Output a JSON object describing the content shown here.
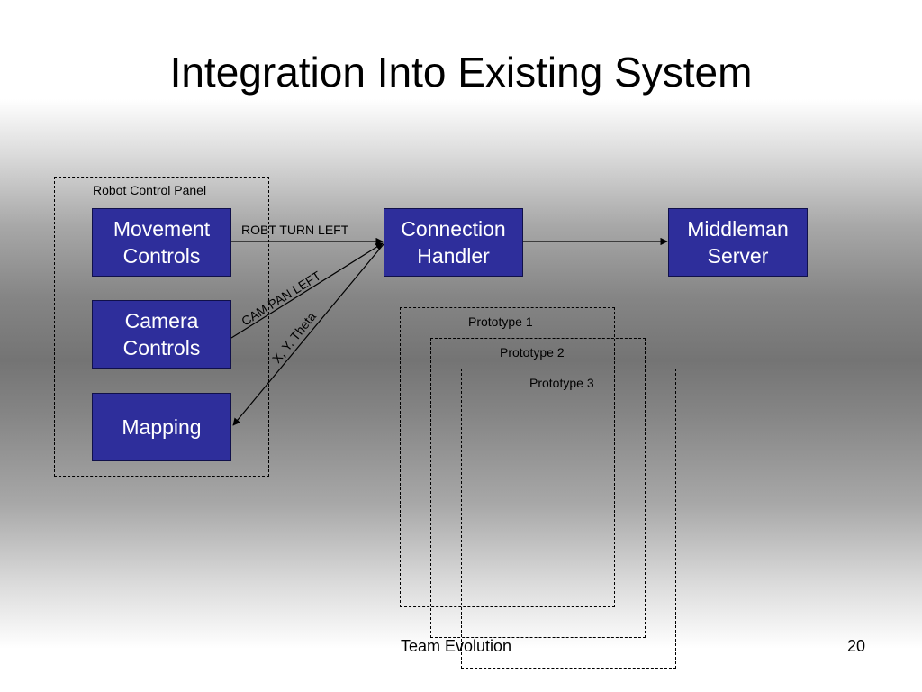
{
  "title": "Integration Into Existing System",
  "diagram": {
    "panel_label": "Robot Control Panel",
    "boxes": {
      "movement": "Movement\nControls",
      "camera": "Camera\nControls",
      "mapping": "Mapping",
      "connection": "Connection\nHandler",
      "middleman": "Middleman\nServer"
    },
    "edge_labels": {
      "turn": "ROBT TURN LEFT",
      "cam": "CAM PAN LEFT",
      "xy": "X, Y, Theta"
    },
    "prototypes": [
      "Prototype 1",
      "Prototype 2",
      "Prototype 3"
    ]
  },
  "footer": {
    "center": "Team Evolution",
    "page": "20"
  },
  "colors": {
    "box_fill": "#2e2e9b",
    "box_text": "#ffffff"
  }
}
